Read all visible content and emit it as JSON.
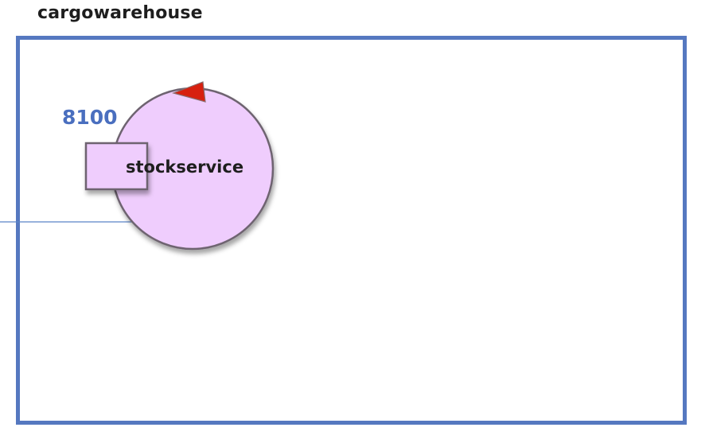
{
  "container": {
    "title": "cargowarehouse",
    "border_color": "#5578c0"
  },
  "service": {
    "name": "stockservice",
    "port": "8100",
    "fill_color": "#efcdfd",
    "stroke_color": "#6e6470",
    "port_color": "#4a6fbf",
    "marker_color": "#d7200f",
    "connector_color": "#5b85c8"
  }
}
